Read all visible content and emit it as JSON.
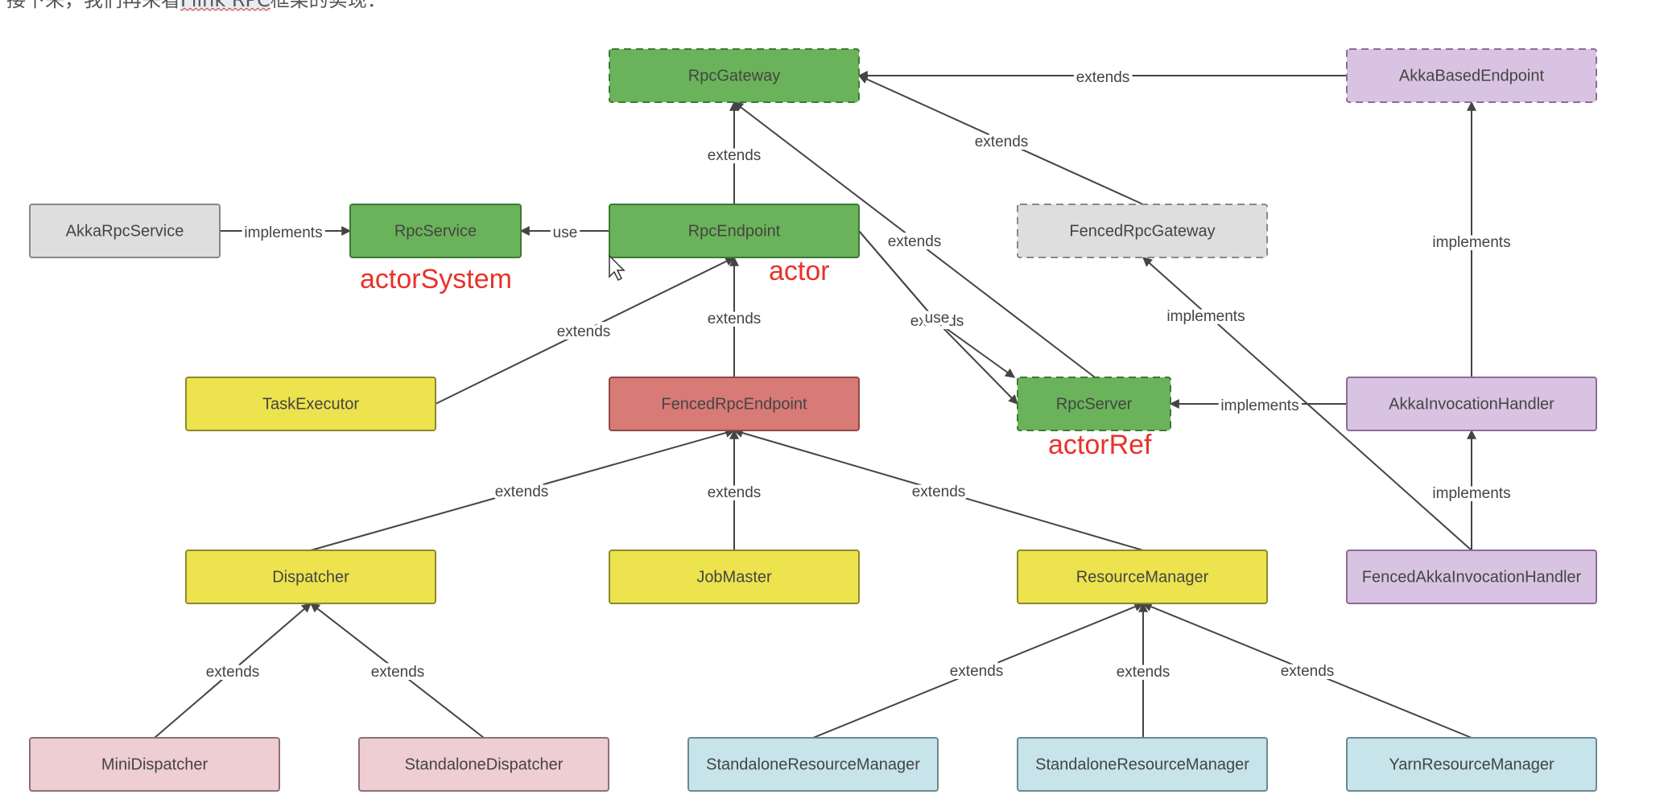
{
  "top_text": {
    "prefix": "接下来，我们再来看",
    "highlight": "Flink RPC",
    "suffix": "框架的实现："
  },
  "nodes": [
    {
      "id": "RpcGateway",
      "label": "RpcGateway",
      "fill": "#6ab35a",
      "stroke": "#3d7a33",
      "dashed": true
    },
    {
      "id": "AkkaBasedEndpoint",
      "label": "AkkaBasedEndpoint",
      "fill": "#d9c3e2",
      "stroke": "#8e6a9c",
      "dashed": true
    },
    {
      "id": "AkkaRpcService",
      "label": "AkkaRpcService",
      "fill": "#dedede",
      "stroke": "#888888",
      "dashed": false
    },
    {
      "id": "RpcService",
      "label": "RpcService",
      "fill": "#6ab35a",
      "stroke": "#3d7a33",
      "dashed": false
    },
    {
      "id": "RpcEndpoint",
      "label": "RpcEndpoint",
      "fill": "#6ab35a",
      "stroke": "#3d7a33",
      "dashed": false
    },
    {
      "id": "FencedRpcGateway",
      "label": "FencedRpcGateway",
      "fill": "#dedede",
      "stroke": "#888888",
      "dashed": true
    },
    {
      "id": "TaskExecutor",
      "label": "TaskExecutor",
      "fill": "#ece34e",
      "stroke": "#8c8a2a",
      "dashed": false
    },
    {
      "id": "FencedRpcEndpoint",
      "label": "FencedRpcEndpoint",
      "fill": "#d87a76",
      "stroke": "#8e4a47",
      "dashed": false
    },
    {
      "id": "RpcServer",
      "label": "RpcServer",
      "fill": "#6ab35a",
      "stroke": "#3d7a33",
      "dashed": true
    },
    {
      "id": "AkkaInvocationHandler",
      "label": "AkkaInvocationHandler",
      "fill": "#d9c3e2",
      "stroke": "#8e6a9c",
      "dashed": false
    },
    {
      "id": "Dispatcher",
      "label": "Dispatcher",
      "fill": "#ece34e",
      "stroke": "#8c8a2a",
      "dashed": false
    },
    {
      "id": "JobMaster",
      "label": "JobMaster",
      "fill": "#ece34e",
      "stroke": "#8c8a2a",
      "dashed": false
    },
    {
      "id": "ResourceManager",
      "label": "ResourceManager",
      "fill": "#ece34e",
      "stroke": "#8c8a2a",
      "dashed": false
    },
    {
      "id": "FencedAkkaInvocationHandler",
      "label": "FencedAkkaInvocationHandler",
      "fill": "#d9c3e2",
      "stroke": "#8e6a9c",
      "dashed": false
    },
    {
      "id": "MiniDispatcher",
      "label": "MiniDispatcher",
      "fill": "#eecdd3",
      "stroke": "#8e7075",
      "dashed": false
    },
    {
      "id": "StandaloneDispatcher",
      "label": "StandaloneDispatcher",
      "fill": "#eecdd3",
      "stroke": "#8e7075",
      "dashed": false
    },
    {
      "id": "StandaloneResourceManager1",
      "label": "StandaloneResourceManager",
      "fill": "#c7e4ea",
      "stroke": "#6a8a90",
      "dashed": false
    },
    {
      "id": "StandaloneResourceManager2",
      "label": "StandaloneResourceManager",
      "fill": "#c7e4ea",
      "stroke": "#6a8a90",
      "dashed": false
    },
    {
      "id": "YarnResourceManager",
      "label": "YarnResourceManager",
      "fill": "#c7e4ea",
      "stroke": "#6a8a90",
      "dashed": false
    }
  ],
  "edges": [
    {
      "id": "e1",
      "label": "extends"
    },
    {
      "id": "e2",
      "label": "implements"
    },
    {
      "id": "e3",
      "label": "extends"
    },
    {
      "id": "e4",
      "label": "extends"
    },
    {
      "id": "e5",
      "label": "implements"
    },
    {
      "id": "e6",
      "label": "use"
    },
    {
      "id": "e7",
      "label": "extends"
    },
    {
      "id": "e8",
      "label": "use"
    },
    {
      "id": "e9",
      "label": "implements"
    },
    {
      "id": "e10",
      "label": "extends"
    },
    {
      "id": "e11",
      "label": "extends"
    },
    {
      "id": "e12",
      "label": "implements"
    },
    {
      "id": "e13",
      "label": "implements"
    },
    {
      "id": "e14",
      "label": "extends"
    },
    {
      "id": "e15",
      "label": "extends"
    },
    {
      "id": "e16",
      "label": "extends"
    },
    {
      "id": "e17",
      "label": "extends"
    },
    {
      "id": "e18",
      "label": "extends"
    },
    {
      "id": "e19",
      "label": "extends"
    },
    {
      "id": "e20",
      "label": "extends"
    },
    {
      "id": "e21",
      "label": "extends"
    },
    {
      "id": "e22",
      "label": "extends"
    }
  ],
  "annotations": [
    {
      "id": "a1",
      "label": "actorSystem",
      "color": "#e8322a"
    },
    {
      "id": "a2",
      "label": "actor",
      "color": "#e8322a"
    },
    {
      "id": "a3",
      "label": "actorRef",
      "color": "#e8322a"
    }
  ]
}
